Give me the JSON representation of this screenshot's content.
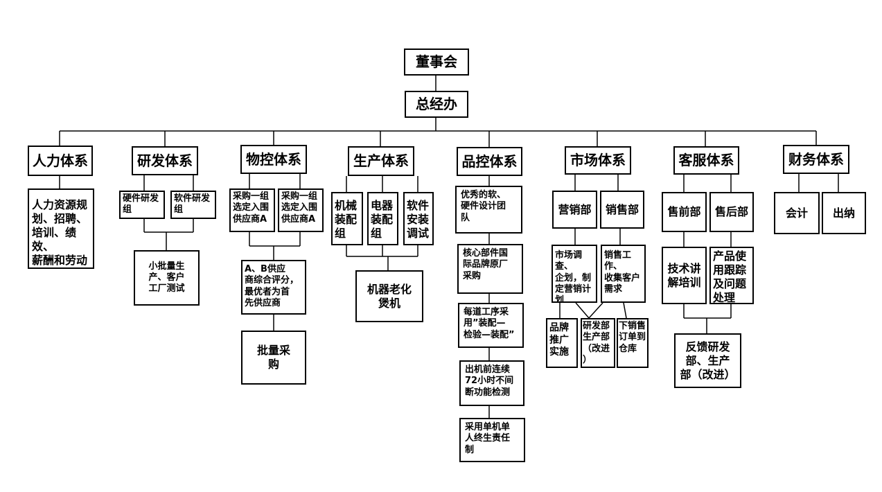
{
  "top": {
    "board": "董事会",
    "gm_office": "总经办"
  },
  "systems": {
    "hr": "人力体系",
    "rd": "研发体系",
    "material": "物控体系",
    "production": "生产体系",
    "quality": "品控体系",
    "market": "市场体系",
    "service": "客服体系",
    "finance": "财务体系"
  },
  "hr": {
    "duties": "人力资源规\n划、招聘、\n培训、绩效、\n薪酬和劳动\n关系等"
  },
  "rd": {
    "hardware": "硬件研发\n组",
    "software": "软件研发\n组",
    "trial": "小批量生\n产、客户\n工厂测试"
  },
  "material": {
    "group1": "采购一组\n选定入围\n供应商A",
    "group2": "采购一组\n选定入围\n供应商A",
    "evaluation": "A、B供应\n商综合评分，\n最优者为首\n先供应商",
    "batch": "批量采\n购"
  },
  "production": {
    "mechanical": "机械\n装配\n组",
    "electrical": "电器\n装配\n组",
    "software": "软件\n安装\n调试",
    "aging": "机器老化\n煲机"
  },
  "quality": {
    "design_team": "优秀的软、\n硬件设计团\n队",
    "core_parts": "核心部件国\n际品牌原厂\n采购",
    "process": "每道工序采\n用”装配—\n检验—装配”",
    "test72": "出机前连续\n72小时不间\n断功能检测",
    "responsibility": "采用单机单\n人终生责任\n制"
  },
  "market": {
    "marketing": "营销部",
    "sales": "销售部",
    "survey": "市场调查、\n企划，制\n定营销计\n划",
    "sales_work": "销售工作、\n收集客户\n需求",
    "promotion": "品牌\n推广\n实施",
    "rd_feedback": "研发部\n生产部\n（改进\n）",
    "orders": "下销售\n订单到\n仓库"
  },
  "service": {
    "presales": "售前部",
    "aftersales": "售后部",
    "training": "技术讲\n解培训",
    "tracking": "产品使\n用跟踪\n及问题\n处理",
    "feedback": "反馈研发\n部、生产\n部（改进）"
  },
  "finance": {
    "accounting": "会计",
    "cashier": "出纳"
  }
}
